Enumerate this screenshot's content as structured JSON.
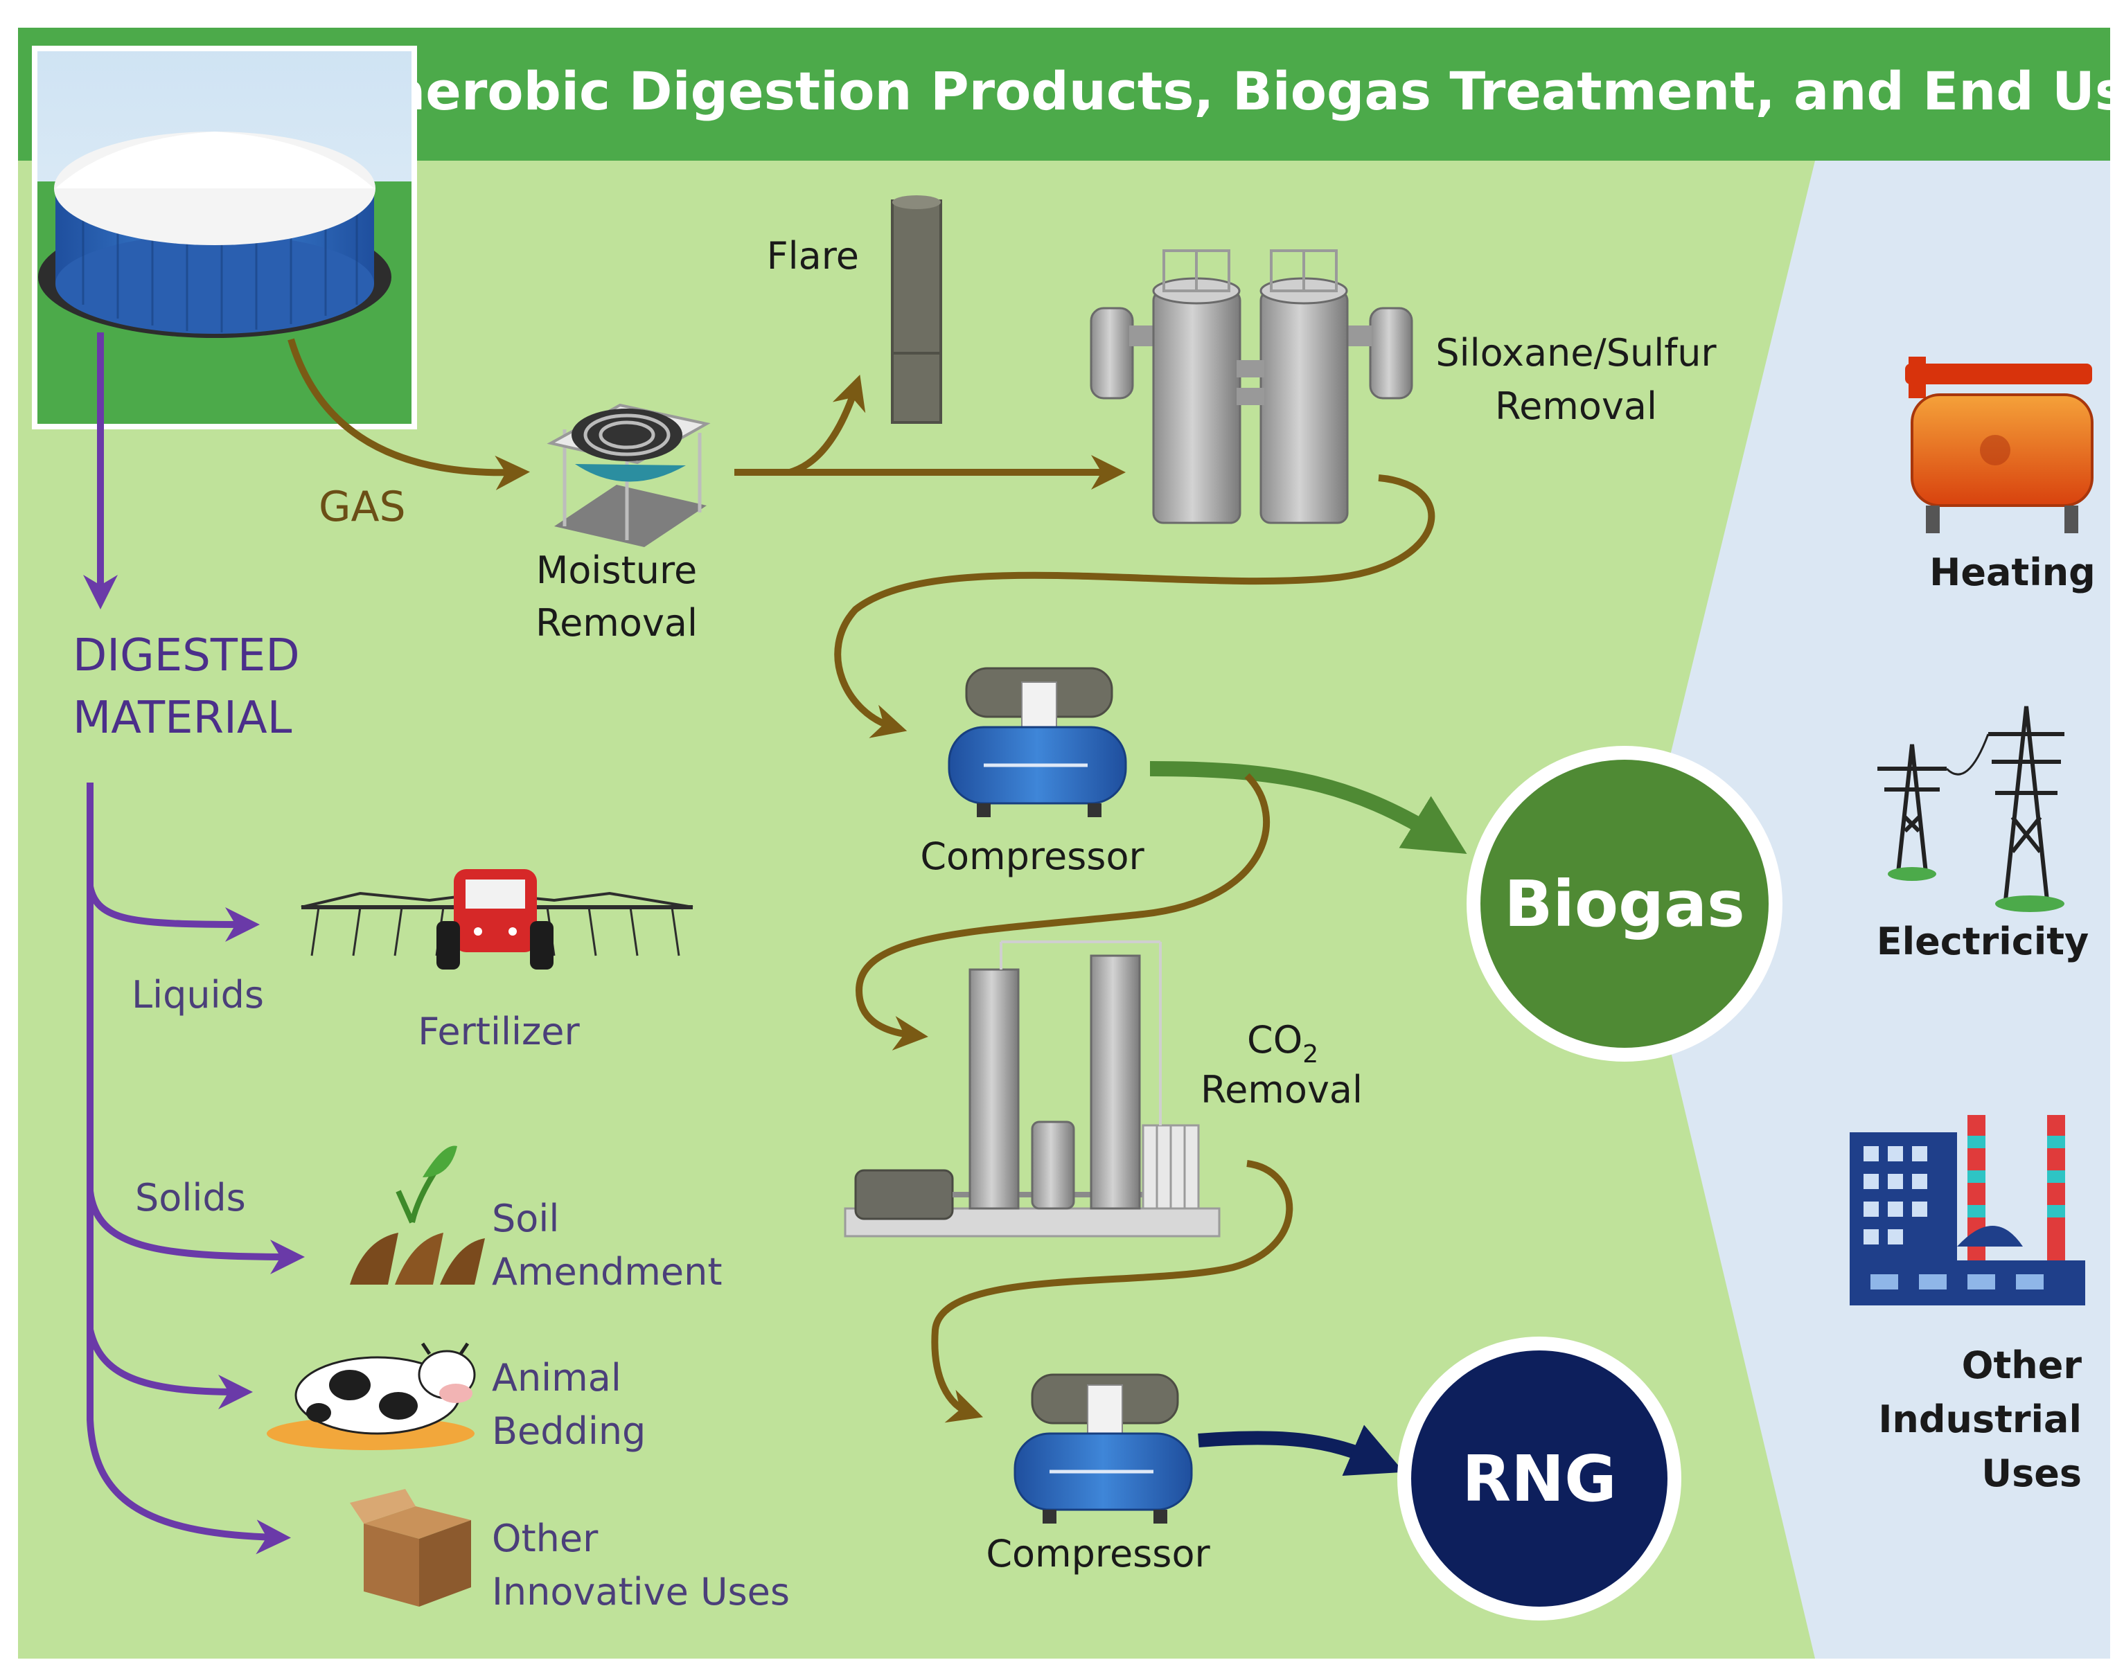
{
  "title": "Anaerobic Digestion Products, Biogas Treatment, and End Uses",
  "colors": {
    "background_green": "#bfe29a",
    "header_green": "#4caa4a",
    "end_use_panel": "#dbe7f3",
    "gas_arrow": "#7a5a14",
    "digested_arrow": "#6a3aa8",
    "biogas_circle": "#4f8a34",
    "rng_circle": "#0d1f5c"
  },
  "gas_label": "GAS",
  "digested_material": {
    "line1": "DIGESTED",
    "line2": "MATERIAL"
  },
  "treatment": {
    "moisture": {
      "line1": "Moisture",
      "line2": "Removal"
    },
    "flare": "Flare",
    "siloxane": {
      "line1": "Siloxane/Sulfur",
      "line2": "Removal"
    },
    "compressor1": "Compressor",
    "co2": {
      "prefix": "CO",
      "subscript": "2",
      "line2": "Removal"
    },
    "compressor2": "Compressor"
  },
  "products": {
    "biogas": "Biogas",
    "rng": "RNG"
  },
  "branches": {
    "liquids": "Liquids",
    "solids": "Solids"
  },
  "digestate_uses": {
    "fertilizer": "Fertilizer",
    "soil": {
      "line1": "Soil",
      "line2": "Amendment"
    },
    "bedding": {
      "line1": "Animal",
      "line2": "Bedding"
    },
    "other": {
      "line1": "Other",
      "line2": "Innovative Uses"
    }
  },
  "end_uses": {
    "heating": "Heating",
    "electricity": "Electricity",
    "industrial": {
      "line1": "Other",
      "line2": "Industrial",
      "line3": "Uses"
    }
  },
  "icons": [
    "digester-icon",
    "moisture-removal-icon",
    "flare-icon",
    "siloxane-scrubber-icon",
    "compressor-icon",
    "co2-removal-icon",
    "tractor-sprayer-icon",
    "seedling-soil-icon",
    "cow-icon",
    "cardboard-box-icon",
    "boiler-icon",
    "power-tower-icon",
    "factory-icon"
  ]
}
